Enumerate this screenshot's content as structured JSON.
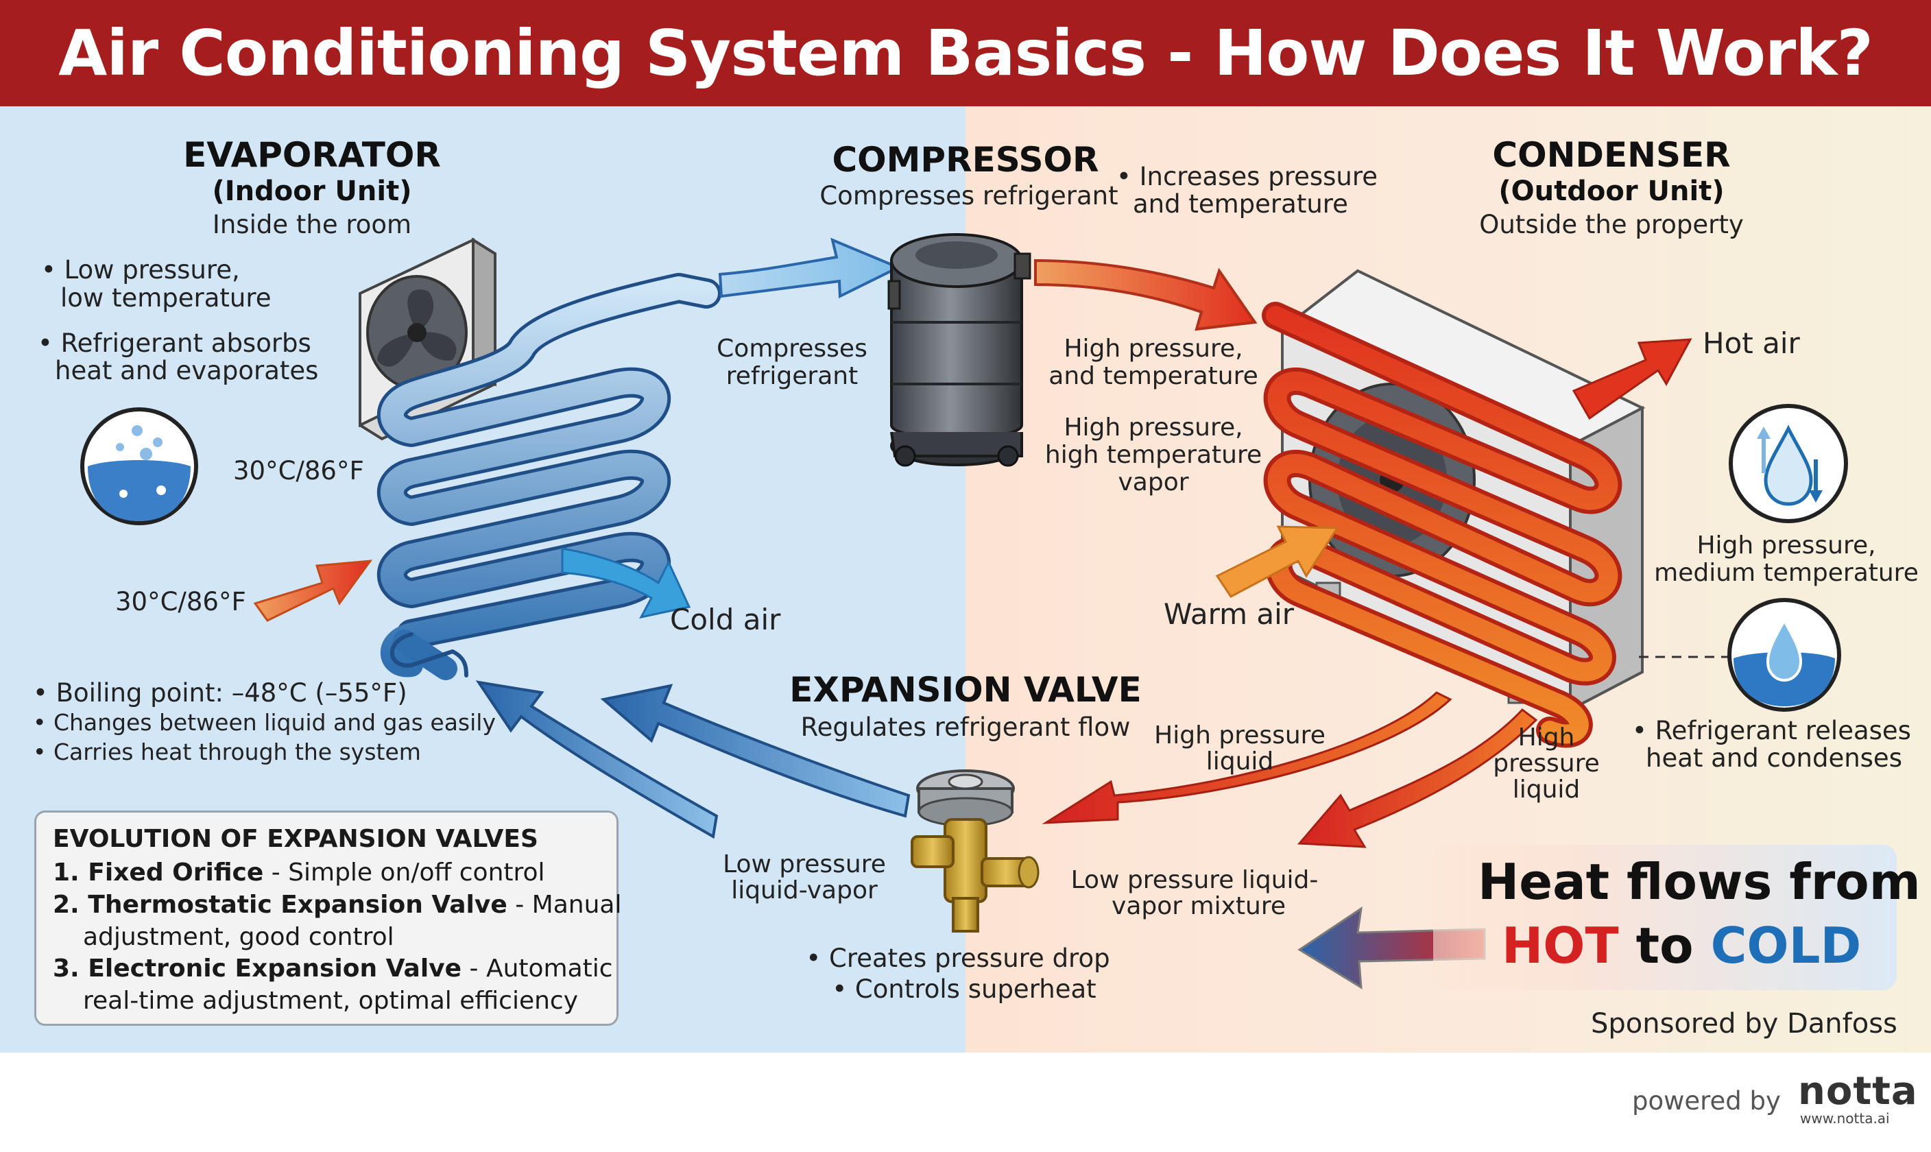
{
  "title": "Air Conditioning System Basics - How Does It Work?",
  "evaporator": {
    "header": "EVAPORATOR",
    "subheader": "(Indoor Unit)",
    "caption": "Inside the room",
    "bullet1_line1": "• Low pressure,",
    "bullet1_line2": "low temperature",
    "bullet2_line1": "• Refrigerant absorbs",
    "bullet2_line2": "heat and evaporates",
    "temp_upper": "30°C/86°F",
    "temp_lower": "30°C/86°F",
    "cold_air": "Cold air"
  },
  "compressor": {
    "header": "COMPRESSOR",
    "caption": "Compresses refrigerant",
    "bullet_line1": "• Increases pressure",
    "bullet_line2": "and temperature",
    "inlet_line1": "Compresses",
    "inlet_line2": "refrigerant",
    "outlet_line1": "High pressure,",
    "outlet_line2": "and temperature",
    "vapor_line1": "High pressure,",
    "vapor_line2": "high temperature",
    "vapor_line3": "vapor"
  },
  "condenser": {
    "header": "CONDENSER",
    "subheader": "(Outdoor Unit)",
    "caption": "Outside the property",
    "hot_air": "Hot air",
    "warm_air": "Warm air",
    "medium_line1": "High pressure,",
    "medium_line2": "medium temperature",
    "release_line1": "• Refrigerant releases",
    "release_line2": "heat and condenses",
    "liquid_line1": "High",
    "liquid_line2": "pressure",
    "liquid_line3": "liquid"
  },
  "refrigerant_facts": [
    "• Boiling point: –48°C (–55°F)",
    "• Changes between liquid and gas easily",
    "• Carries heat through the system"
  ],
  "expansion_valve": {
    "header": "EXPANSION VALVE",
    "caption": "Regulates refrigerant flow",
    "hp_liquid_line1": "High pressure",
    "hp_liquid_line2": "liquid",
    "lp_mix_line1": "Low pressure liquid-",
    "lp_mix_line2": "vapor mixture",
    "lp_out_line1": "Low pressure",
    "lp_out_line2": "liquid-vapor",
    "bullet1": "• Creates pressure drop",
    "bullet2": "• Controls superheat"
  },
  "evolution": {
    "title": "EVOLUTION OF EXPANSION VALVES",
    "item1_name": "1. Fixed Orifice",
    "item1_desc": " - Simple on/off control",
    "item2_name": "2. Thermostatic Expansion Valve",
    "item2_desc": " - Manual",
    "item2_cont": "adjustment, good control",
    "item3_name": "3. Electronic Expansion Valve",
    "item3_desc": " - Automatic",
    "item3_cont": "real-time adjustment, optimal efficiency"
  },
  "heat_flow": {
    "line1": "Heat flows from",
    "hot": "HOT",
    "to": " to ",
    "cold": "COLD"
  },
  "sponsor": "Sponsored by Danfoss",
  "footer": {
    "powered_by": "powered by",
    "logo": "notta",
    "url": "www.notta.ai"
  },
  "colors": {
    "title_bar": "#a51d1d",
    "hot": "#d42222",
    "cold": "#1f6fb8",
    "cold_side": "#d3e6f6",
    "warm_side": "#fce4d4"
  }
}
